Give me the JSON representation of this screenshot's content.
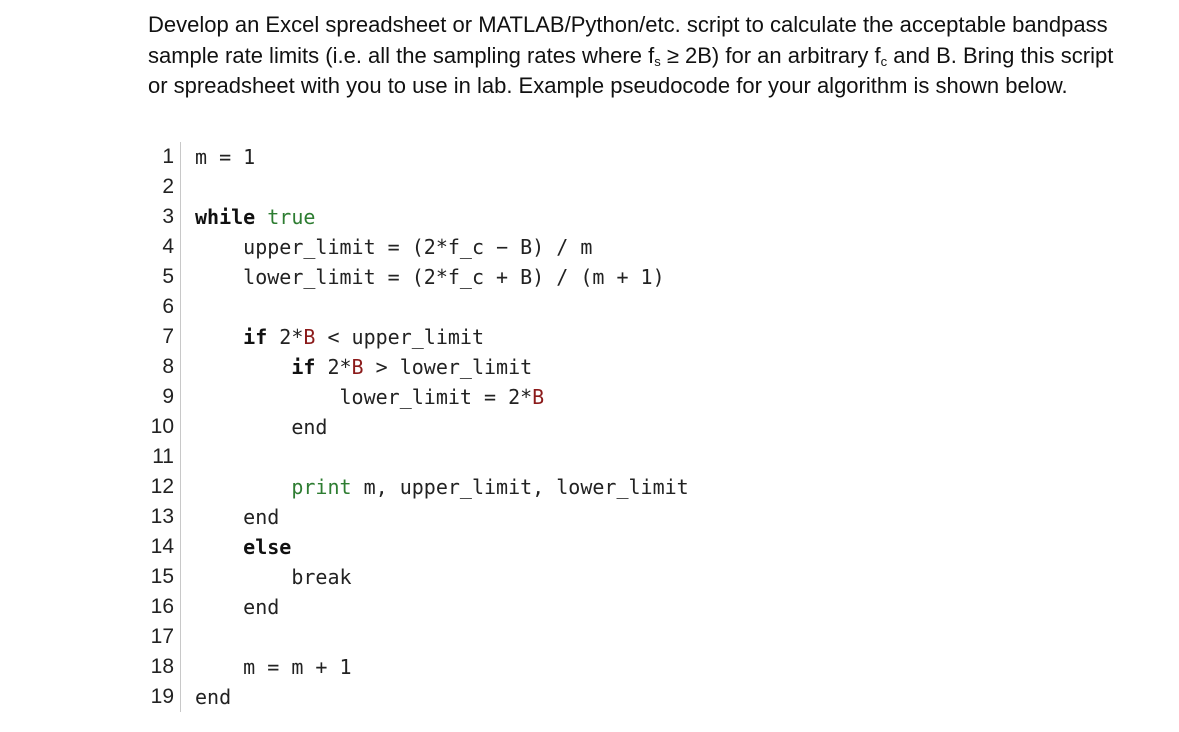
{
  "intro": {
    "part1": "Develop an Excel spreadsheet or MATLAB/Python/etc. script to calculate the acceptable bandpass sample rate limits (i.e. all the sampling rates where f",
    "sub_s": "s",
    "part2": " ≥ 2B) for an arbitrary f",
    "sub_c": "c",
    "part3": " and B. Bring this script or spreadsheet with you to use in lab. Example pseudocode for your algorithm is shown below."
  },
  "code": {
    "line_numbers": [
      "1",
      "2",
      "3",
      "4",
      "5",
      "6",
      "7",
      "8",
      "9",
      "10",
      "11",
      "12",
      "13",
      "14",
      "15",
      "16",
      "17",
      "18",
      "19"
    ],
    "l1": "m = 1",
    "l3_kw": "while",
    "l3_lit": "true",
    "l4": "upper_limit = (2*f_c − B) / m",
    "l5": "lower_limit = (2*f_c + B) / (m + 1)",
    "l7_kw": "if",
    "l7_a": " 2*",
    "l7_var": "B",
    "l7_b": " < upper_limit",
    "l8_kw": "if",
    "l8_a": " 2*",
    "l8_var": "B",
    "l8_b": " > lower_limit",
    "l9_a": "lower_limit = 2*",
    "l9_var": "B",
    "l10": "end",
    "l12_fn": "print",
    "l12_rest": " m, upper_limit, lower_limit",
    "l13": "end",
    "l14_kw": "else",
    "l15": "break",
    "l16": "end",
    "l18": "m = m + 1",
    "l19": "end"
  }
}
